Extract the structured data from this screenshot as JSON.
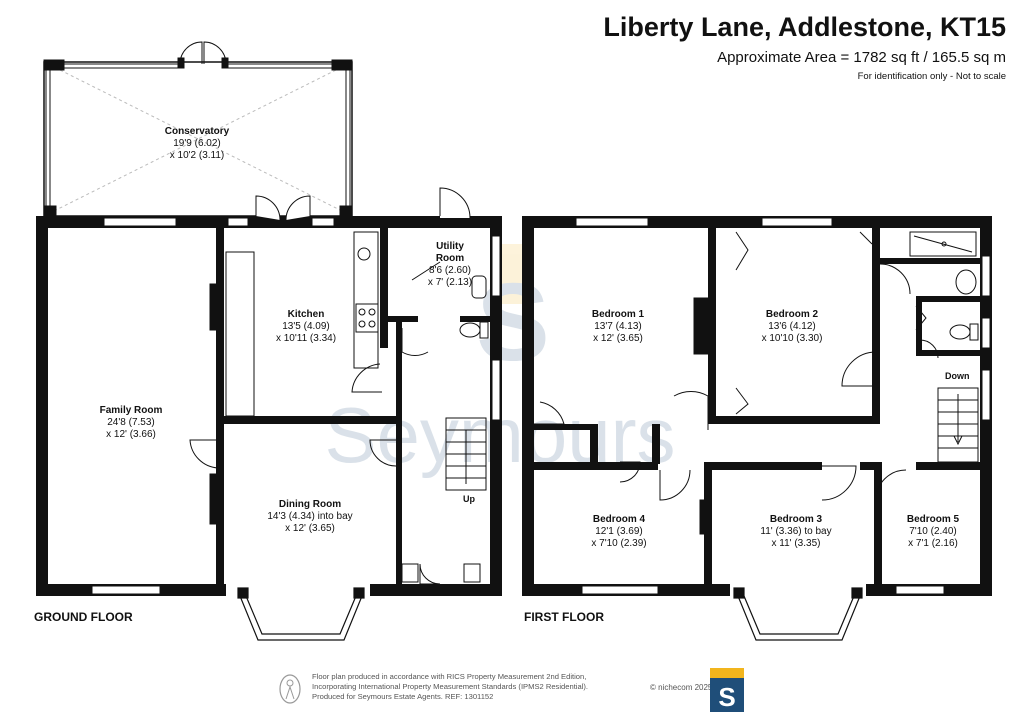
{
  "header": {
    "title": "Liberty Lane, Addlestone, KT15",
    "area": "Approximate Area = 1782 sq ft / 165.5 sq m",
    "identification": "For identification only - Not to scale"
  },
  "watermark": {
    "text": "Seymours",
    "logo_letter": "S"
  },
  "floors": {
    "ground": "GROUND FLOOR",
    "first": "FIRST FLOOR"
  },
  "rooms": {
    "conservatory": {
      "name": "Conservatory",
      "dims": [
        "19'9 (6.02)",
        "x 10'2 (3.11)"
      ]
    },
    "kitchen": {
      "name": "Kitchen",
      "dims": [
        "13'5 (4.09)",
        "x 10'11 (3.34)"
      ]
    },
    "utility": {
      "name": [
        "Utility",
        "Room"
      ],
      "dims": [
        "8'6 (2.60)",
        "x 7' (2.13)"
      ]
    },
    "family": {
      "name": "Family Room",
      "dims": [
        "24'8 (7.53)",
        "x 12' (3.66)"
      ]
    },
    "dining": {
      "name": "Dining Room",
      "dims": [
        "14'3 (4.34) into bay",
        "x 12' (3.65)"
      ]
    },
    "bedroom1": {
      "name": "Bedroom 1",
      "dims": [
        "13'7 (4.13)",
        "x 12' (3.65)"
      ]
    },
    "bedroom2": {
      "name": "Bedroom 2",
      "dims": [
        "13'6 (4.12)",
        "x 10'10 (3.30)"
      ]
    },
    "bedroom3": {
      "name": "Bedroom 3",
      "dims": [
        "11' (3.36) to bay",
        "x 11' (3.35)"
      ]
    },
    "bedroom4": {
      "name": "Bedroom 4",
      "dims": [
        "12'1 (3.69)",
        "x 7'10 (2.39)"
      ]
    },
    "bedroom5": {
      "name": "Bedroom 5",
      "dims": [
        "7'10 (2.40)",
        "x 7'1 (2.16)"
      ]
    }
  },
  "stairs": {
    "up": "Up",
    "down": "Down"
  },
  "footer": {
    "lines": [
      "Floor plan produced in accordance with RICS Property Measurement 2nd Edition,",
      "Incorporating International Property Measurement Standards (IPMS2 Residential).",
      "Produced for Seymours Estate Agents.   REF: 1301152"
    ],
    "copyright": "© nichecom 2025.",
    "logo_letter": "S"
  },
  "colors": {
    "wall": "#111111",
    "window": "#ffffff",
    "logo_blue": "#1f4e79",
    "logo_gold": "#f2b51d"
  }
}
